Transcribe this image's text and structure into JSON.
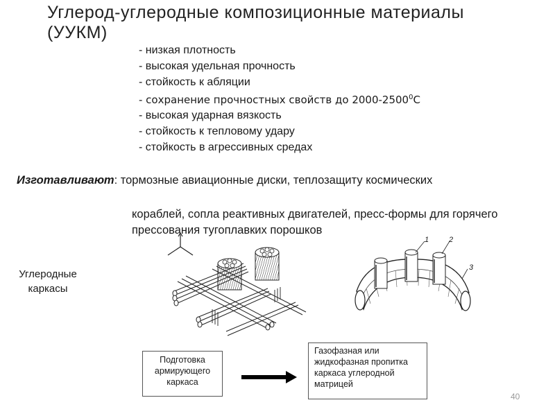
{
  "title": {
    "line1": "Углерод-углеродные  композиционные  материалы",
    "line2": "(УУКМ)"
  },
  "properties": [
    "- низкая плотность",
    "- высокая удельная прочность",
    "- стойкость к абляции",
    "- высокая ударная вязкость",
    "- стойкость к тепловому удару",
    "- стойкость в агрессивных средах"
  ],
  "strength_property": {
    "text": "- сохранение прочностных свойств до 2000-2500",
    "degree": "0",
    "unit": "С"
  },
  "manufacturing": {
    "label": "Изготавливают",
    "text1": ": тормозные авиационные диски, теплозащиту космических",
    "text2": "кораблей, сопла реактивных двигателей, пресс-формы для горячего прессования тугоплавких порошков"
  },
  "frames_label": "Углеродные каркасы",
  "figure_labels": {
    "one": "1",
    "two": "2",
    "three": "3"
  },
  "process": {
    "step1": "Подготовка армирующего каркаса",
    "step2": "Газофазная или жидкофазная пропитка каркаса углеродной матрицей"
  },
  "page_number": "40"
}
